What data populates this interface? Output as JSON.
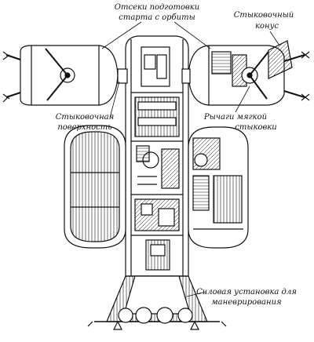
{
  "labels": {
    "launch_prep_line1": "Отсеки подготовки",
    "launch_prep_line2": "старта с орбиты",
    "docking_cone_line1": "Стыковочный",
    "docking_cone_line2": "конус",
    "docking_surface_line1": "Стыковочная",
    "docking_surface_line2": "поверхность",
    "soft_docking_line1": "Рычаги мягкой",
    "soft_docking_line2": "стыковки",
    "propulsion_line1": "Силовая установка для",
    "propulsion_line2": "маневрирования"
  },
  "colors": {
    "ink": "#111111",
    "paper": "#ffffff",
    "shade": "#777777"
  }
}
